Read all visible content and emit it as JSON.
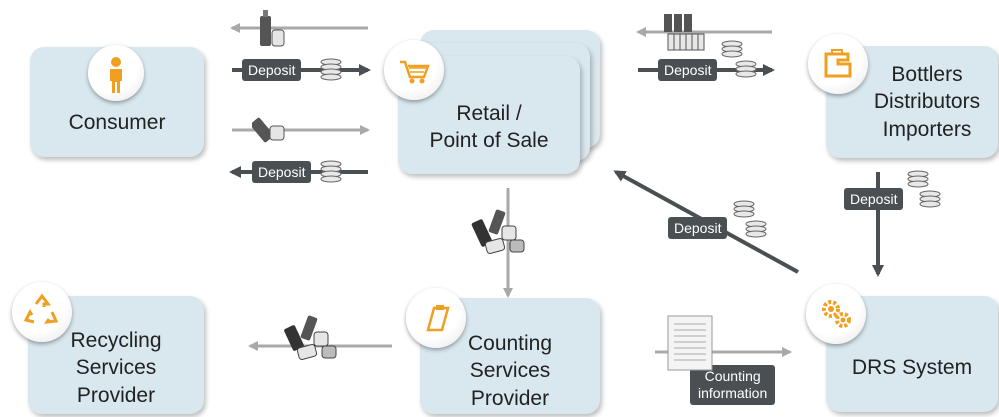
{
  "nodes": {
    "consumer": "Consumer",
    "retail": "Retail /\nPoint of Sale",
    "bottlers": "Bottlers\nDistributors\nImporters",
    "recycling": "Recycling\nServices\nProvider",
    "counting": "Counting\nServices\nProvider",
    "drs": "DRS System"
  },
  "labels": {
    "deposit": "Deposit",
    "counting_information": "Counting\ninformation"
  },
  "icons": {
    "consumer": "person-icon",
    "retail": "shopping-cart-icon",
    "bottlers": "factory-icon",
    "recycling": "recycle-icon",
    "counting": "clipboard-icon",
    "drs": "gears-icon"
  },
  "colors": {
    "node_fill": "#d9e8ef",
    "label_fill": "#4a4f53",
    "accent": "#f0a020"
  }
}
